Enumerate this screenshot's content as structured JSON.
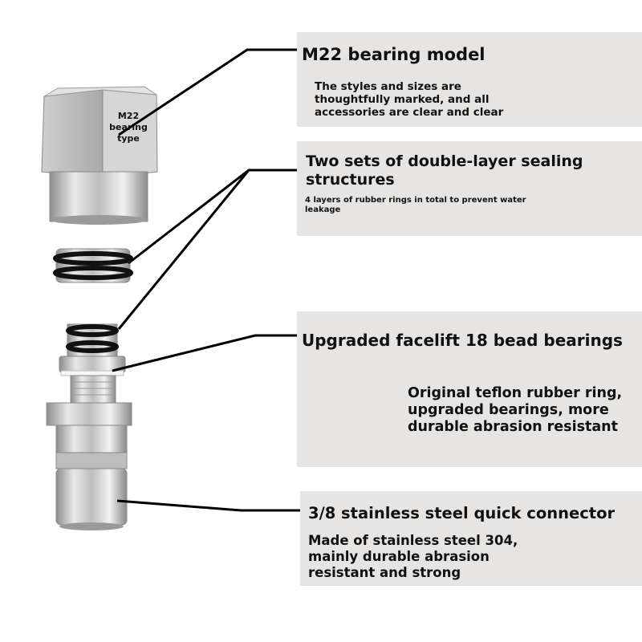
{
  "nut_label": [
    "M22",
    "bearing",
    "type"
  ],
  "panels": [
    {
      "title": "M22 bearing model",
      "description": "The styles and sizes are thoughtfully marked, and all accessories are clear and clear"
    },
    {
      "title": "Two sets of double-layer sealing structures",
      "description": "4 layers of rubber rings in total to prevent water leakage"
    },
    {
      "title": "Upgraded facelift 18 bead bearings",
      "description": "Original teflon rubber ring, upgraded bearings, more durable abrasion resistant"
    },
    {
      "title": "3/8 stainless steel quick connector",
      "description": "Made of stainless steel 304, mainly durable abrasion resistant and strong"
    }
  ],
  "bearing_ball_count": 18,
  "colors": {
    "panel_bg": "#e6e5e4",
    "text": "#111111",
    "leader_line": "#000000",
    "steel": "#c9c9c9",
    "rubber": "#111111"
  }
}
